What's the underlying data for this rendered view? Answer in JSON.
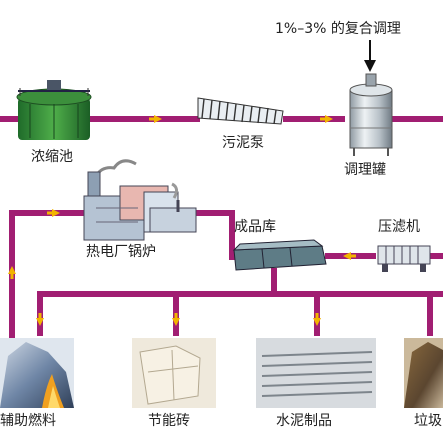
{
  "top_note": "1%–3% 的复合调理",
  "labels": {
    "thickener": "浓缩池",
    "sludge_pump": "污泥泵",
    "conditioning_tank": "调理罐",
    "product_store": "成品库",
    "filter_press": "压滤机",
    "boiler": "热电厂锅炉",
    "aux_fuel": "辅助燃料",
    "eco_brick": "节能砖",
    "cement_products": "水泥制品",
    "landfill": "垃圾"
  },
  "colors": {
    "pipe": "#a11e72",
    "arrow": "#f2b400"
  }
}
